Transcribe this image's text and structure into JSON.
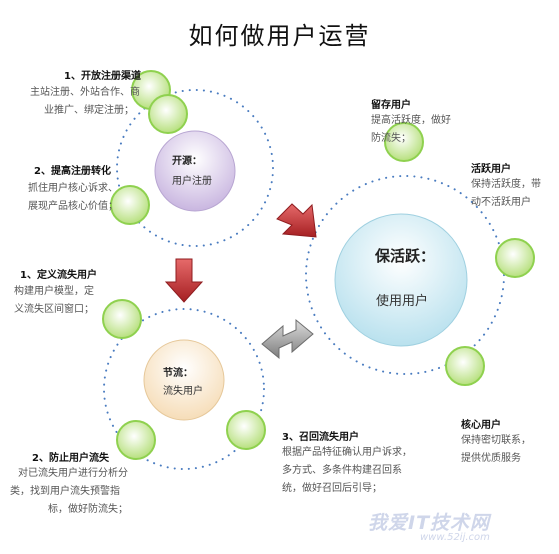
{
  "title": "如何做用户运营",
  "source": {
    "head": "开源：",
    "sub": "用户注册",
    "items": [
      {
        "head": "1、开放注册渠道",
        "lines": [
          "主站注册、外站合作、商",
          "业推广、绑定注册；"
        ]
      },
      {
        "head": "2、提高注册转化",
        "lines": [
          "抓住用户核心诉求、",
          "展现产品核心价值；"
        ]
      }
    ]
  },
  "retain": {
    "head": "保活跃：",
    "sub": "使用用户",
    "items": [
      {
        "head": "留存用户",
        "lines": [
          "提高活跃度，做好",
          "防流失；"
        ]
      },
      {
        "head": "活跃用户",
        "lines": [
          "保持活跃度，带",
          "动不活跃用户"
        ]
      },
      {
        "head": "核心用户",
        "lines": [
          "保持密切联系，",
          "提供优质服务"
        ]
      }
    ]
  },
  "churn": {
    "head": "节流：",
    "sub": "流失用户",
    "items": [
      {
        "head": "1、定义流失用户",
        "lines": [
          "构建用户模型，定",
          "义流失区间窗口；"
        ]
      },
      {
        "head": "2、防止用户流失",
        "lines": [
          "对已流失用户进行分析分",
          "类，找到用户流失预警指",
          "标，做好防流失；"
        ]
      },
      {
        "head": "3、召回流失用户",
        "lines": [
          "根据产品特征确认用户诉求，",
          "多方式、多条件构建召回系",
          "统，做好召回后引导；"
        ]
      }
    ]
  },
  "watermark": {
    "main": "我爱IT技术网",
    "url": "www.52ij.com"
  },
  "colors": {
    "green": "#8fd14f",
    "dots": "#4a7cc0",
    "arrow_red": "#b8292c",
    "arrow_gray": "#8a8a8a",
    "source_circle": "#c9b6e0",
    "retain_circle": "#bfe3ee",
    "churn_circle": "#f6ddb8"
  }
}
